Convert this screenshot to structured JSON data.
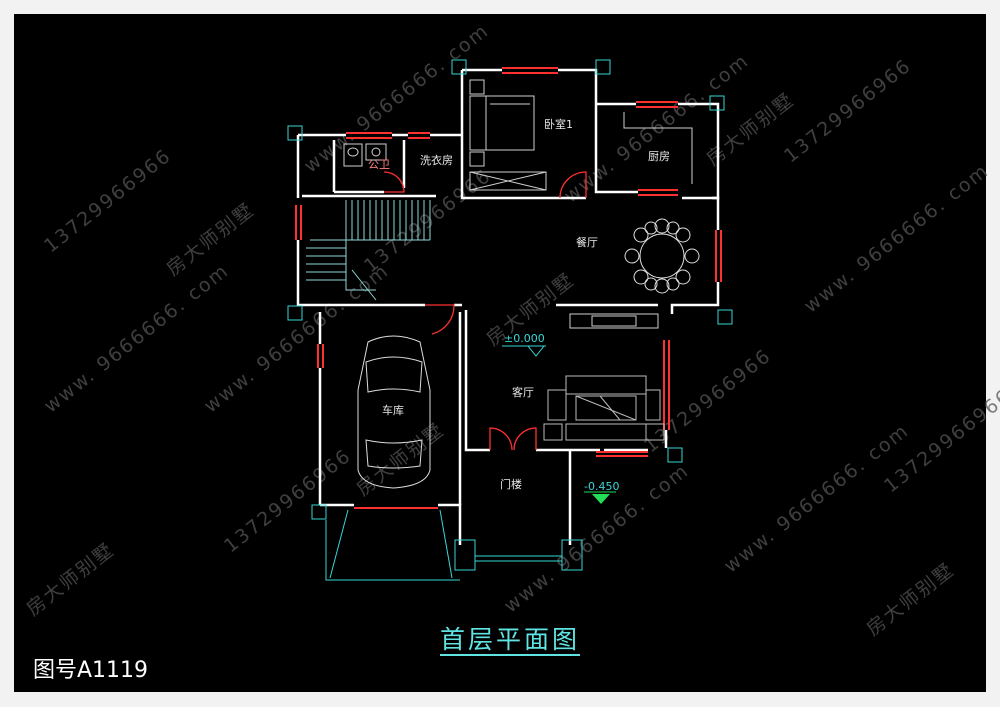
{
  "plan": {
    "title": "首层平面图",
    "drawing_number": "图号A1119",
    "rooms": {
      "bedroom": "卧室1",
      "kitchen": "厨房",
      "dining": "餐厅",
      "laundry": "洗衣房",
      "bathroom": "公卫",
      "garage": "车库",
      "living": "客厅",
      "entry": "门楼"
    },
    "elevations": {
      "floor": "±0.000",
      "exterior": "-0.450"
    }
  },
  "watermarks": {
    "phone": "13729966966",
    "site": "www. 9666666. com",
    "brand": "房大师别墅"
  },
  "colors": {
    "background": "#000000",
    "wall": "#ffffff",
    "window": "#ff3030",
    "cyan_lines": "#39d6d6",
    "title": "#5fe3e3",
    "elevation_marker": "#22dd55"
  }
}
